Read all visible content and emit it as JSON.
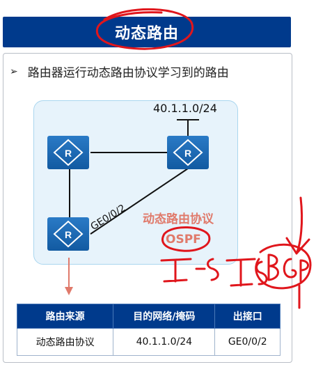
{
  "slide": {
    "title": "动态路由",
    "bullet": "路由器运行动态路由协议学习到的路由"
  },
  "diagram": {
    "network_label": "40.1.1.0/24",
    "router_icon_letter": "R",
    "interface_label": "GE0/0/2",
    "protocol_label": "动态路由协议",
    "ospf_label": "OSPF"
  },
  "table": {
    "headers": [
      "路由来源",
      "目的网络/掩码",
      "出接口"
    ],
    "rows": [
      [
        "动态路由协议",
        "40.1.1.0/24",
        "GE0/0/2"
      ]
    ]
  },
  "colors": {
    "title_bar": "#003a8c",
    "diagram_bg": "#e7f3fb",
    "router": "#1a64ad",
    "annotation_red": "#e0161c",
    "label_salmon": "#e07a6b"
  }
}
